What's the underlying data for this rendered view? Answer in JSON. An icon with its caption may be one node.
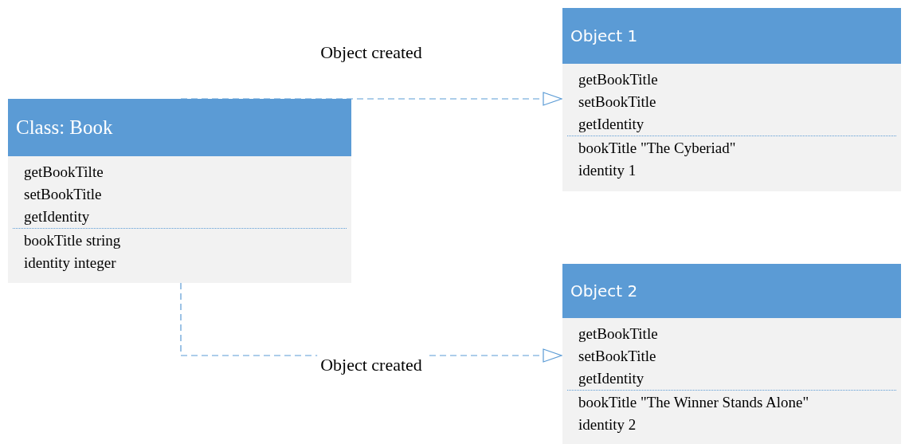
{
  "diagram": {
    "nodes": [
      {
        "text": [
          "Class: Book",
          "getBookTilte",
          "setBookTitle",
          "getIdentity",
          "bookTitle string",
          "identity integer"
        ]
      },
      {
        "text": [
          "Object 1",
          "getBookTitle",
          "setBookTitle",
          "getIdentity",
          "bookTitle \"The Cyberiad\"",
          "identity 1"
        ]
      },
      {
        "text": [
          "Object 2",
          "getBookTitle",
          "setBookTitle",
          "getIdentity",
          "bookTitle \"The Winner Stands Alone\"",
          "identity 2"
        ]
      }
    ],
    "edges": [
      {
        "from": 0,
        "to": 1,
        "arrow": "to",
        "label": "Object created",
        "style": "dashed"
      },
      {
        "from": 0,
        "to": 2,
        "arrow": "to",
        "label": "Object created",
        "style": "dashed"
      }
    ]
  }
}
